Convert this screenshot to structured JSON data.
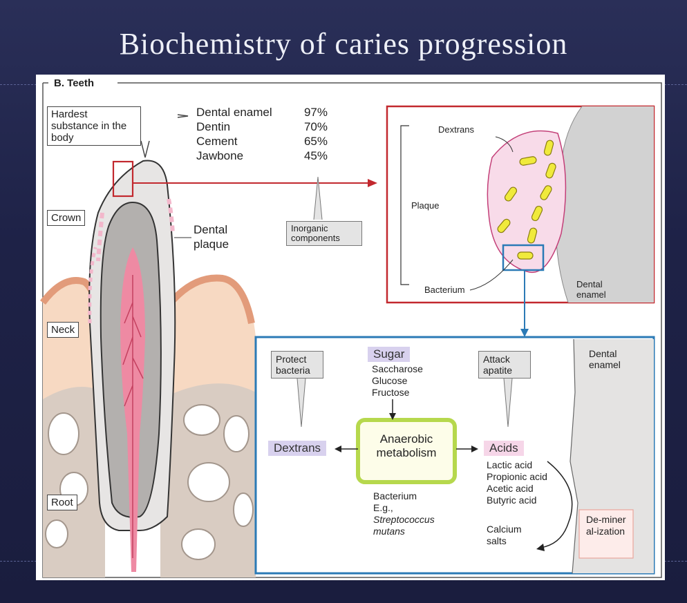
{
  "slide": {
    "title": "Biochemistry of caries progression"
  },
  "figure": {
    "section_label": "B. Teeth",
    "hardness_callout": "Hardest substance in the body",
    "hardness": [
      {
        "name": "Dental enamel",
        "pct": "97%"
      },
      {
        "name": "Dentin",
        "pct": "70%"
      },
      {
        "name": "Cement",
        "pct": "65%"
      },
      {
        "name": "Jawbone",
        "pct": "45%"
      }
    ],
    "inorganic_label": "Inorganic components",
    "tooth_labels": {
      "crown": "Crown",
      "neck": "Neck",
      "root": "Root",
      "plaque": "Dental plaque"
    },
    "zoom1": {
      "dextrans": "Dextrans",
      "plaque": "Plaque",
      "bacterium": "Bacterium",
      "enamel": "Dental enamel"
    },
    "zoom2": {
      "protect": "Protect bacteria",
      "sugar_title": "Sugar",
      "sugars": [
        "Saccharose",
        "Glucose",
        "Fructose"
      ],
      "attack": "Attack apatite",
      "enamel": "Dental enamel",
      "dextrans": "Dextrans",
      "metabolism": "Anaerobic metabolism",
      "acids_title": "Acids",
      "acids": [
        "Lactic acid",
        "Propionic acid",
        "Acetic acid",
        "Butyric acid"
      ],
      "bacterium": "Bacterium",
      "eg": "E.g.,",
      "species": "Streptococcus mutans",
      "calcium": "Calcium salts",
      "demineralization": "De-mineral-ization"
    }
  }
}
